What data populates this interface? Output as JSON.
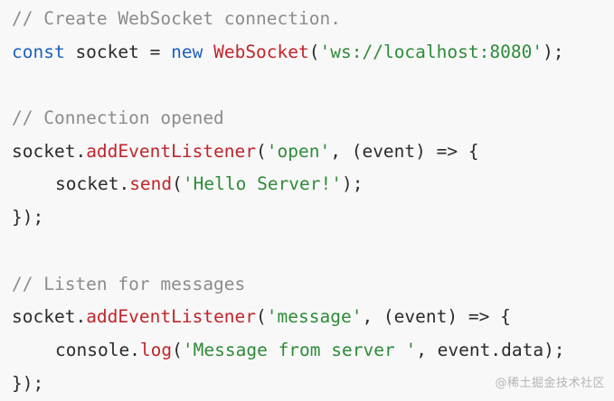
{
  "code": {
    "comment_create": "// Create WebSocket connection.",
    "kw_const": "const",
    "var_socket": " socket = ",
    "kw_new": "new",
    "class_websocket": "WebSocket",
    "paren_open": "(",
    "str_url": "'ws://localhost:8080'",
    "paren_close_semi": ");",
    "comment_opened": "// Connection opened",
    "obj_socket": "socket.",
    "method_add_listener": "addEventListener",
    "str_open": "'open'",
    "arrow_args": ", (event) => {",
    "method_send": "send",
    "str_hello": "'Hello Server!'",
    "close_block": "});",
    "comment_listen": "// Listen for messages",
    "str_message": "'message'",
    "obj_console": "console.",
    "method_log": "log",
    "str_msg_from": "'Message from server '",
    "log_args_tail": ", event.data);"
  },
  "watermark": "@稀土掘金技术社区"
}
